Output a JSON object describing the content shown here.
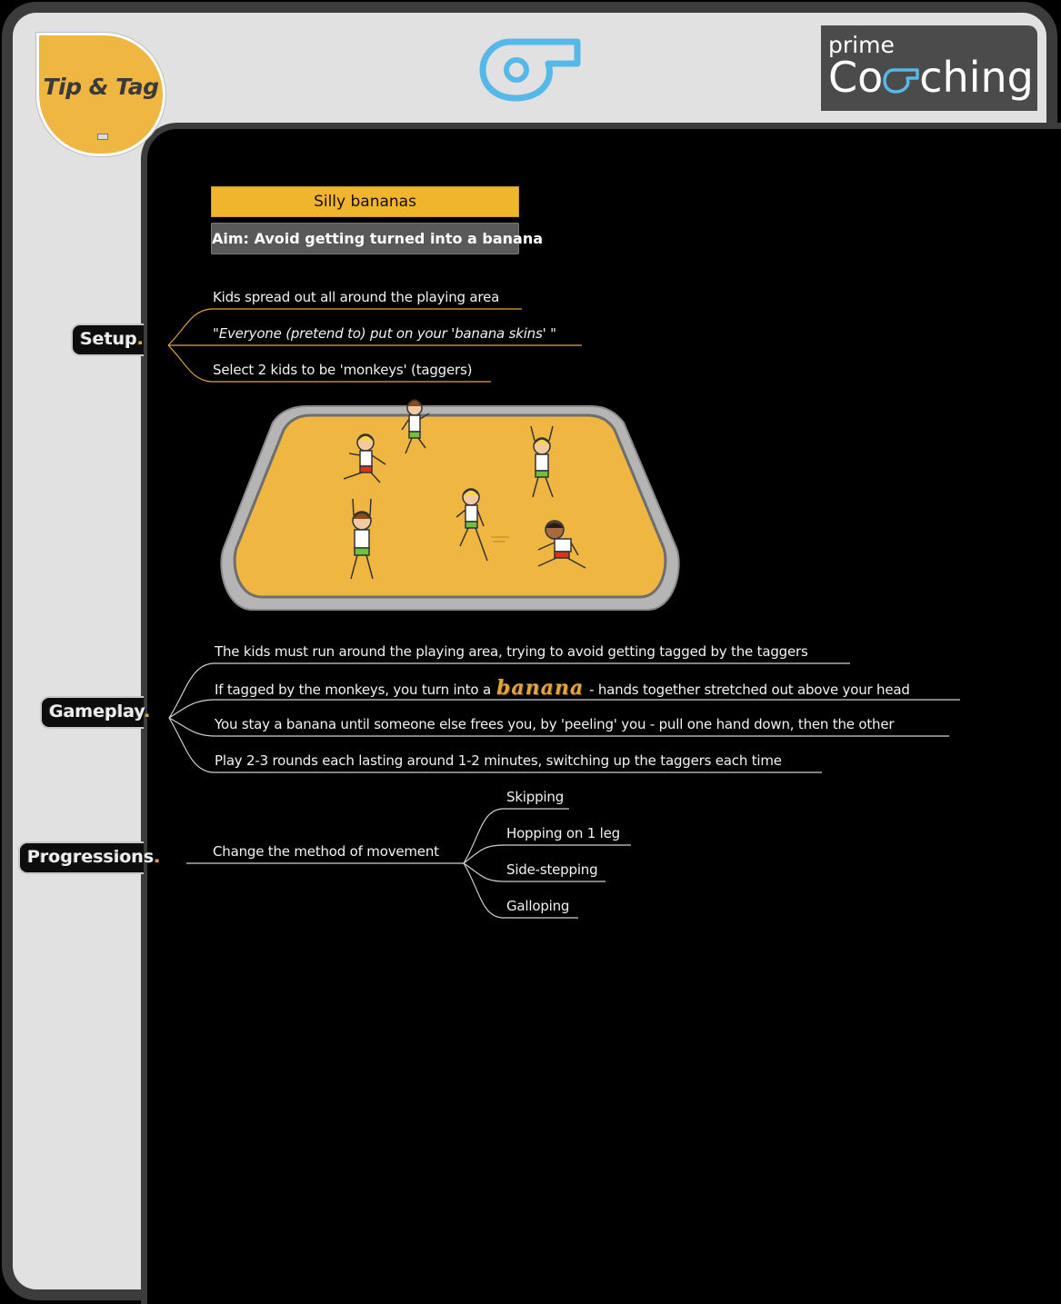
{
  "badge": {
    "title": "Tip & Tag"
  },
  "logo": {
    "line1": "prime",
    "line2_pre": "Co",
    "line2_post": "ching"
  },
  "game": {
    "title": "Silly bananas",
    "aim": "Aim: Avoid getting turned into a banana"
  },
  "setup": {
    "label": "Setup",
    "dot": ".",
    "items": [
      "Kids spread out all around the playing area",
      "\"Everyone (pretend to) put on your 'banana skins' \"",
      "Select 2 kids to be 'monkeys' (taggers)"
    ]
  },
  "gameplay": {
    "label": "Gameplay",
    "dot": ".",
    "items": [
      "The kids must run around the playing area, trying to avoid getting tagged by the taggers",
      "If tagged by the monkeys, you turn into a",
      "banana",
      "- hands together stretched out above your head",
      "You stay a banana until someone else frees you, by 'peeling' you - pull one hand down, then the other",
      "Play 2-3 rounds each lasting around 1-2 minutes, switching up the taggers each time"
    ]
  },
  "progressions": {
    "label": "Progressions",
    "dot": ".",
    "main": "Change the method of movement",
    "items": [
      "Skipping",
      "Hopping on 1 leg",
      "Side-stepping",
      "Galloping"
    ]
  },
  "colors": {
    "accent": "#f0b52c",
    "whistle": "#55b8e8",
    "dark_panel": "#4b4b4b",
    "frame": "#3c3c3c"
  }
}
